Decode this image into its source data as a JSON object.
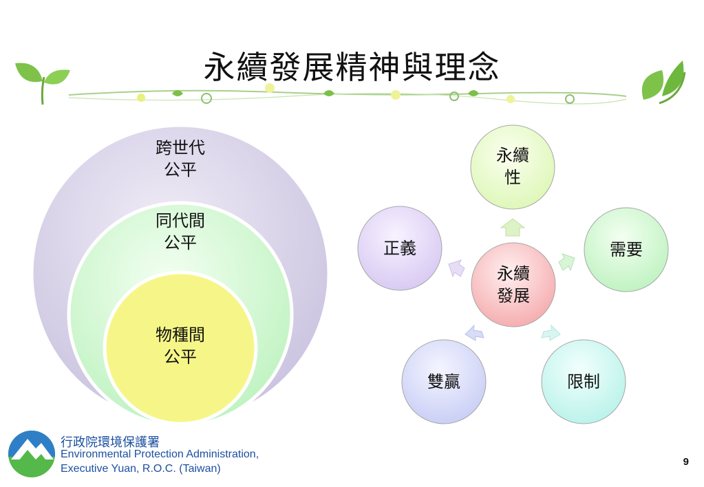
{
  "slide": {
    "title": "永續發展精神與理念",
    "page_number": "9"
  },
  "nested_circles": {
    "outer": [
      "跨世代",
      "公平"
    ],
    "middle": [
      "同代間",
      "公平"
    ],
    "inner": [
      "物種間",
      "公平"
    ]
  },
  "cycle": {
    "center": [
      "永續",
      "發展"
    ],
    "nodes": [
      {
        "lines": [
          "永續",
          "性"
        ]
      },
      {
        "lines": [
          "需要"
        ]
      },
      {
        "lines": [
          "限制"
        ]
      },
      {
        "lines": [
          "雙贏"
        ]
      },
      {
        "lines": [
          "正義"
        ]
      }
    ]
  },
  "footer": {
    "org_cn": "行政院環境保護署",
    "org_en_1": "Environmental Protection Administration,",
    "org_en_2": "Executive Yuan, R.O.C. (Taiwan)"
  },
  "colors": {
    "outer": "#c6bedc",
    "middle": "#cff7c8",
    "inner": "#f6f688",
    "center": "#f7b9bb",
    "brand_blue": "#1b4fa0"
  }
}
